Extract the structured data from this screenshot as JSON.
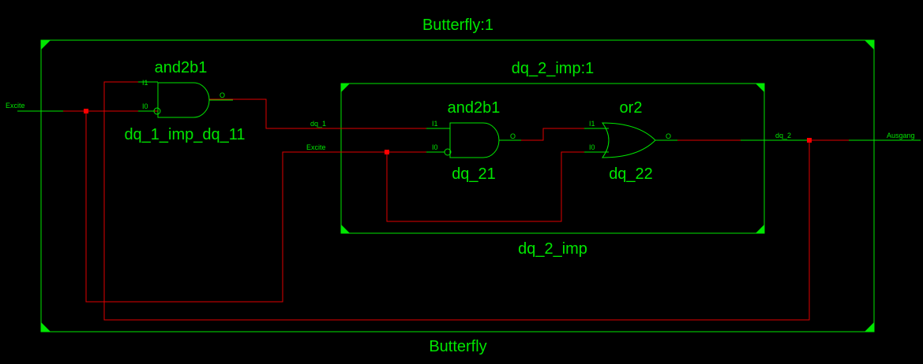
{
  "outer_block": {
    "title": "Butterfly:1",
    "name": "Butterfly"
  },
  "inner_block": {
    "title": "dq_2_imp:1",
    "name": "dq_2_imp"
  },
  "gates": {
    "g1": {
      "type": "and2b1",
      "instance": "dq_1_imp_dq_11",
      "pin_i1": "I1",
      "pin_i0": "I0",
      "pin_o": "O"
    },
    "g2": {
      "type": "and2b1",
      "instance": "dq_21",
      "pin_i1": "I1",
      "pin_i0": "I0",
      "pin_o": "O"
    },
    "g3": {
      "type": "or2",
      "instance": "dq_22",
      "pin_i1": "I1",
      "pin_i0": "I0",
      "pin_o": "O"
    }
  },
  "nets": {
    "excite_in": "Excite",
    "dq_1": "dq_1",
    "excite_inner": "Excite",
    "dq_2": "dq_2",
    "ausgang": "Ausgang"
  },
  "colors": {
    "block": "#00e600",
    "wire": "#e00000",
    "junction": "#ff0000",
    "background": "#000000"
  }
}
